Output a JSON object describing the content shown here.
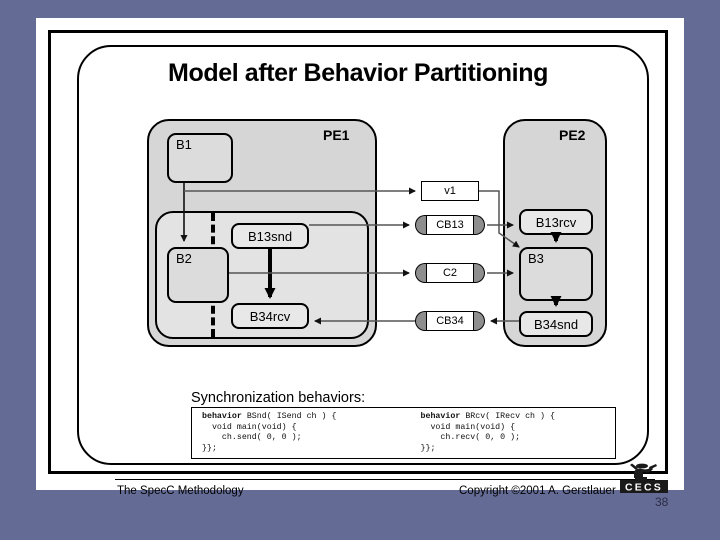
{
  "slide": {
    "title": "Model after Behavior Partitioning",
    "page_number": "38",
    "footer": {
      "left": "The SpecC Methodology",
      "right": "Copyright ©2001 A. Gerstlauer",
      "logo_text": "CECS"
    },
    "sync_section": {
      "heading": "Synchronization behaviors:",
      "code_left": [
        "behavior BSnd( ISend ch ) {",
        "  void main(void) {",
        "    ch.send( 0, 0 );",
        "}};"
      ],
      "code_right": [
        "behavior BRcv( IRecv ch ) {",
        "  void main(void) {",
        "    ch.recv( 0, 0 );",
        "}};"
      ],
      "code_left_keyword": "behavior",
      "code_right_keyword": "behavior"
    }
  },
  "diagram": {
    "type": "block-diagram",
    "processing_elements": [
      {
        "id": "PE1",
        "label": "PE1"
      },
      {
        "id": "PE2",
        "label": "PE2"
      }
    ],
    "behaviors": [
      {
        "id": "B1",
        "label": "B1",
        "parent": "PE1"
      },
      {
        "id": "B2",
        "label": "B2",
        "parent": "PE1-group"
      },
      {
        "id": "B13snd",
        "label": "B13snd",
        "parent": "PE1-group"
      },
      {
        "id": "B34rcv",
        "label": "B34rcv",
        "parent": "PE1-group"
      },
      {
        "id": "B13rcv",
        "label": "B13rcv",
        "parent": "PE2"
      },
      {
        "id": "B3",
        "label": "B3",
        "parent": "PE2"
      },
      {
        "id": "B34snd",
        "label": "B34snd",
        "parent": "PE2"
      }
    ],
    "variables": [
      {
        "id": "v1",
        "label": "v1"
      }
    ],
    "channels": [
      {
        "id": "CB13",
        "label": "CB13"
      },
      {
        "id": "C2",
        "label": "C2"
      },
      {
        "id": "CB34",
        "label": "CB34"
      }
    ],
    "colors": {
      "slide_background": "#646c96",
      "pe_fill": "#d6d6d6",
      "group_fill": "#e3e3e3",
      "behavior_fill": "#dcdcdc",
      "channel_cap": "#8e8e8e",
      "variable_fill": "#ffffff",
      "stroke": "#000000"
    }
  }
}
